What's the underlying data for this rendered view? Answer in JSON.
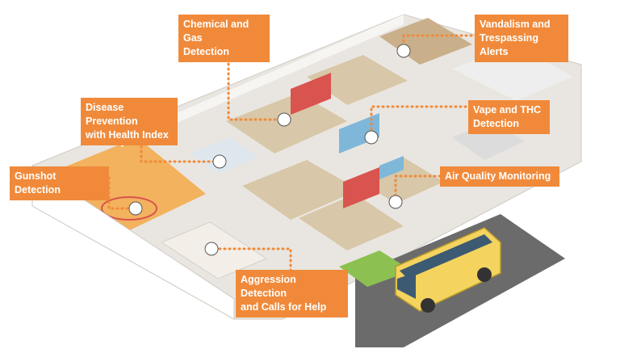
{
  "accent_color": "#f08a3a",
  "sensor_icon": "sensor-icon",
  "labels": {
    "chemical": [
      "Chemical and Gas",
      "Detection"
    ],
    "vandalism": [
      "Vandalism and",
      "Trespassing Alerts"
    ],
    "disease": [
      "Disease Prevention",
      "with Health Index"
    ],
    "vape": [
      "Vape and THC",
      "Detection"
    ],
    "gunshot": [
      "Gunshot Detection"
    ],
    "air": [
      "Air Quality Monitoring"
    ],
    "aggression": [
      "Aggression Detection",
      "and Calls for Help"
    ]
  }
}
